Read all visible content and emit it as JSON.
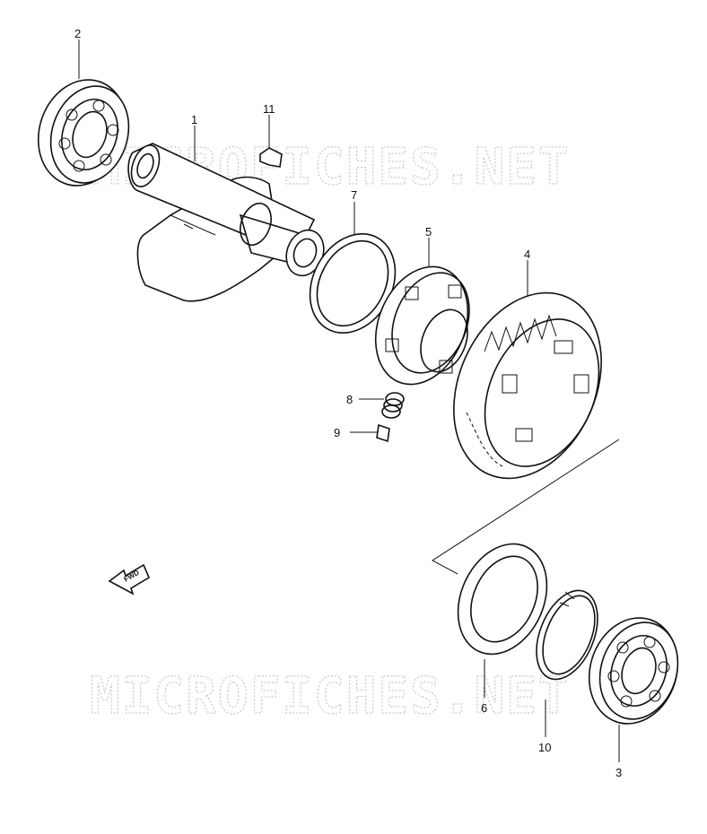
{
  "watermark": {
    "top": "MICROFICHES.NET",
    "bottom": "MICROFICHES.NET"
  },
  "callouts": {
    "p1": "1",
    "p2": "2",
    "p3": "3",
    "p4": "4",
    "p5": "5",
    "p6": "6",
    "p7": "7",
    "p8": "8",
    "p9": "9",
    "p10": "10",
    "p11": "11"
  },
  "fwd_arrow": {
    "label": "FWD"
  }
}
